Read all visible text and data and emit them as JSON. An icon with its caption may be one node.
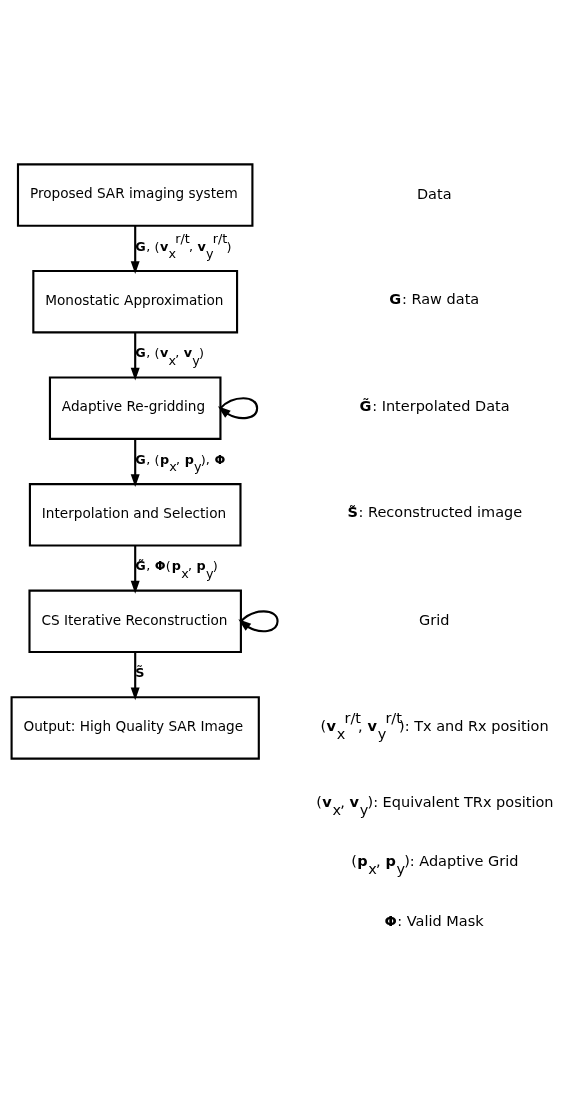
{
  "diagram": {
    "nodes": [
      {
        "text": [
          "Proposed SAR imaging system"
        ]
      },
      {
        "text": [
          "Monostatic Approximation"
        ]
      },
      {
        "text": [
          "Adaptive Re-gridding"
        ]
      },
      {
        "text": [
          "Interpolation and Selection"
        ]
      },
      {
        "text": [
          "CS Iterative Reconstruction"
        ]
      },
      {
        "text": [
          "Output: High Quality SAR Image"
        ]
      }
    ],
    "edges": [
      {
        "from": 0,
        "to": 1,
        "arrow": "to",
        "label": "**G**, (**v**$_{x}$$^{r/t}$, **v**$_{y}$$^{r/t}$)"
      },
      {
        "from": 1,
        "to": 2,
        "arrow": "to",
        "label": "**G**, (**v**$_{x}$, **v**$_{y}$)"
      },
      {
        "from": 2,
        "to": 2,
        "arrow": "to"
      },
      {
        "from": 2,
        "to": 3,
        "arrow": "to",
        "label": "**G**, (**p**$_{x}$, **p**$_{y}$), **Φ**"
      },
      {
        "from": 3,
        "to": 4,
        "arrow": "to",
        "label": "**G̃**, **Φ**(**p**$_{x}$, **p**$_{y}$)"
      },
      {
        "from": 4,
        "to": 4,
        "arrow": "to"
      },
      {
        "from": 4,
        "to": 5,
        "arrow": "to",
        "label": "**S̃**"
      }
    ],
    "labels": [
      "Data",
      "**G**: Raw data",
      "**G̃**: Interpolated Data",
      "**S̃**: Reconstructed image",
      "Grid",
      "(**v**$_{x}$$^{r/t}$, **v**$_{y}$$^{r/t}$): Tx and Rx position",
      "(**v**$_{x}$, **v**$_{y}$): Equivalent TRx position",
      "(**p**$_{x}$, **p**$_{y}$): Adaptive Grid",
      "**Φ**: Valid Mask"
    ]
  }
}
